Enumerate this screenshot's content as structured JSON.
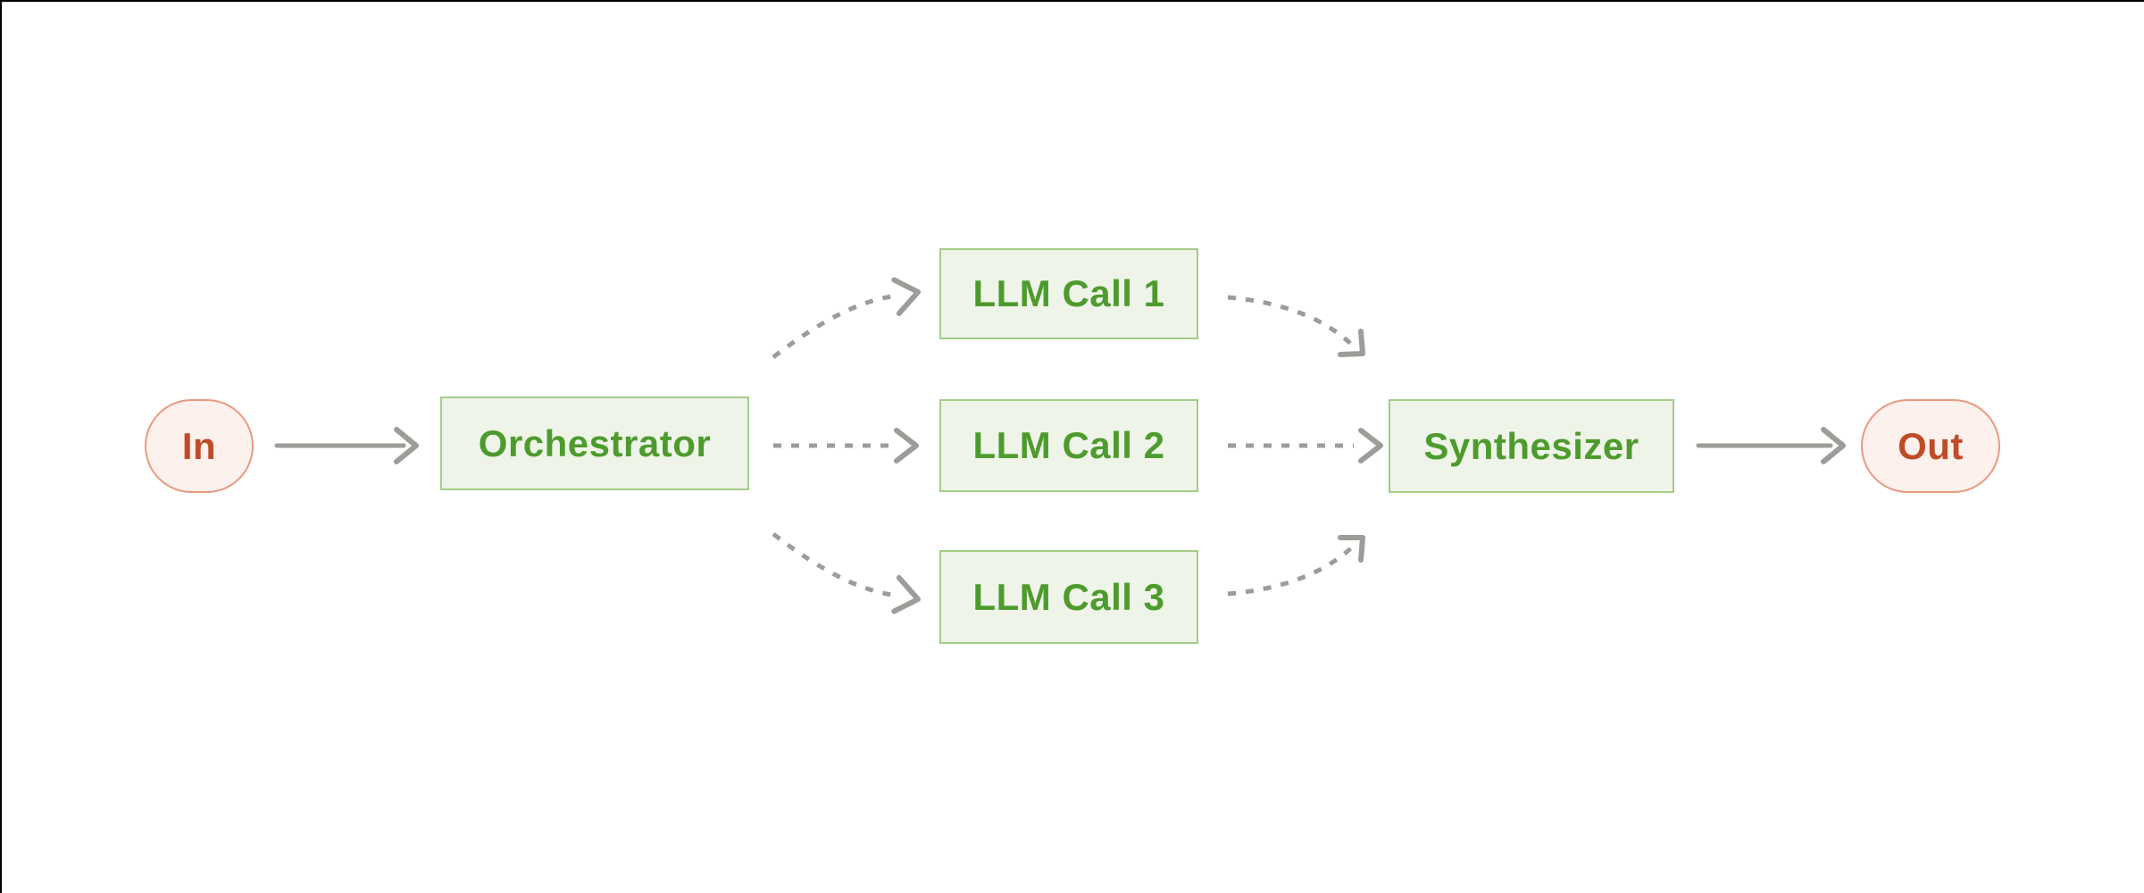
{
  "diagram": {
    "nodes": [
      {
        "id": "in",
        "label": "In",
        "type": "terminal"
      },
      {
        "id": "orchestrator",
        "label": "Orchestrator",
        "type": "process"
      },
      {
        "id": "llm-call-1",
        "label": "LLM Call 1",
        "type": "process"
      },
      {
        "id": "llm-call-2",
        "label": "LLM Call 2",
        "type": "process"
      },
      {
        "id": "llm-call-3",
        "label": "LLM Call 3",
        "type": "process"
      },
      {
        "id": "synthesizer",
        "label": "Synthesizer",
        "type": "process"
      },
      {
        "id": "out",
        "label": "Out",
        "type": "terminal"
      }
    ],
    "edges": [
      {
        "from": "in",
        "to": "orchestrator",
        "style": "solid"
      },
      {
        "from": "orchestrator",
        "to": "llm-call-1",
        "style": "dashed"
      },
      {
        "from": "orchestrator",
        "to": "llm-call-2",
        "style": "dashed"
      },
      {
        "from": "orchestrator",
        "to": "llm-call-3",
        "style": "dashed"
      },
      {
        "from": "llm-call-1",
        "to": "synthesizer",
        "style": "dashed"
      },
      {
        "from": "llm-call-2",
        "to": "synthesizer",
        "style": "dashed"
      },
      {
        "from": "llm-call-3",
        "to": "synthesizer",
        "style": "dashed"
      },
      {
        "from": "synthesizer",
        "to": "out",
        "style": "solid"
      }
    ],
    "colors": {
      "node_fill_green": "#eff4e9",
      "node_border_green": "#a5cc87",
      "node_text_green": "#4d9b2d",
      "terminal_fill": "#fcf1ec",
      "terminal_border": "#e9997f",
      "terminal_text": "#c04b28",
      "arrow_gray": "#9c9c98",
      "frame_border": "#000000",
      "background": "#ffffff"
    }
  }
}
